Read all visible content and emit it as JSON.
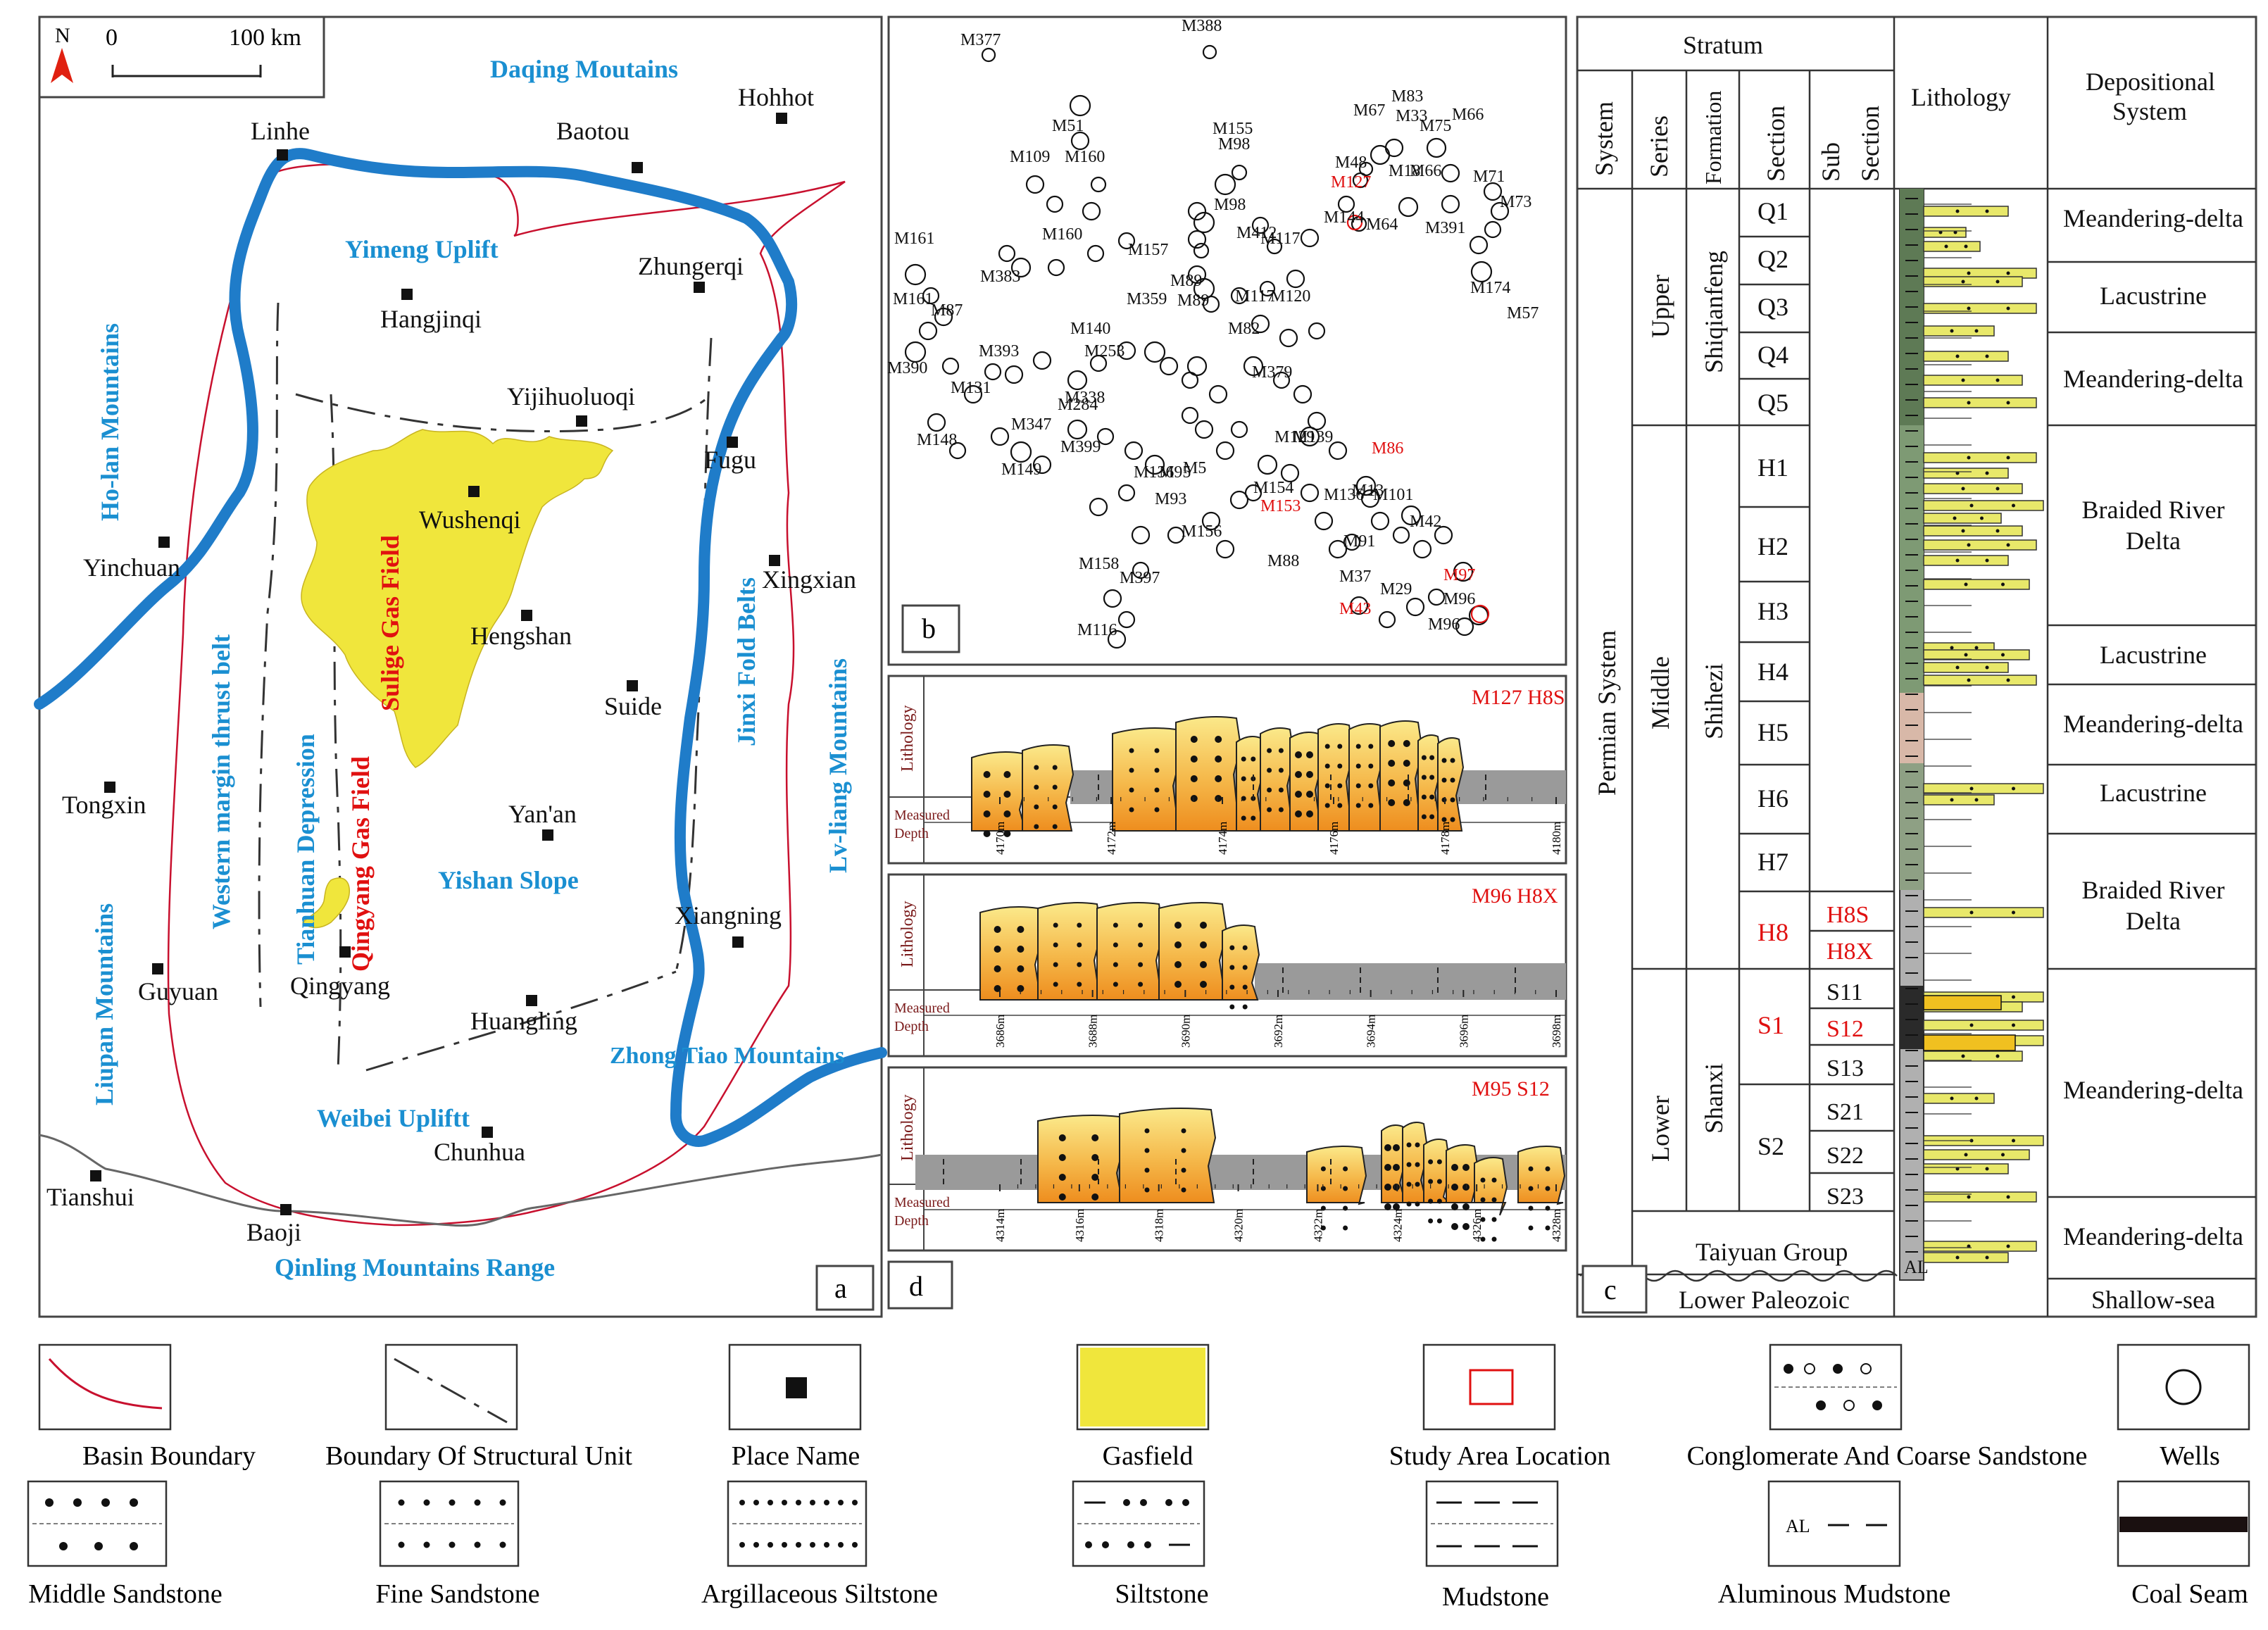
{
  "panel_a": {
    "label": "a",
    "north": "N",
    "scale_zero": "0",
    "scale_label": "100 km",
    "regions": [
      {
        "name": "Daqing Moutains"
      },
      {
        "name": "Yimeng Uplift"
      },
      {
        "name": "Ho-lan Mountains"
      },
      {
        "name": "Western margin thrust belt"
      },
      {
        "name": "Tianhuan Depression"
      },
      {
        "name": "Yishan Slope"
      },
      {
        "name": "Jinxi Fold Belts"
      },
      {
        "name": "Lv-liang Mountains"
      },
      {
        "name": "Liupan Mountains"
      },
      {
        "name": "Weibei Upliftt"
      },
      {
        "name": "Zhong Tiao Mountains"
      },
      {
        "name": "Qinling Mountains Range"
      }
    ],
    "gasfields": [
      "Sulige Gas Field",
      "Qingyang Gas Field"
    ],
    "places": [
      "Linhe",
      "Baotou",
      "Hohhot",
      "Hangjinqi",
      "Zhungerqi",
      "Yijihuoluoqi",
      "Fugu",
      "Wushenqi",
      "Yinchuan",
      "Xingxian",
      "Hengshan",
      "Suide",
      "Tongxin",
      "Yan'an",
      "Xiangning",
      "Guyuan",
      "Qingyang",
      "Huangling",
      "Chunhua",
      "Tianshui",
      "Baoji"
    ]
  },
  "panel_b": {
    "label": "b",
    "wells": [
      "M377",
      "M388",
      "M51",
      "M155",
      "M98",
      "M109",
      "M160",
      "M67",
      "M83",
      "M33",
      "M75",
      "M66",
      "M48",
      "M127",
      "M18",
      "M66",
      "M71",
      "M73",
      "M161",
      "M160",
      "M98",
      "M412",
      "M117",
      "M157",
      "M144",
      "M64",
      "M391",
      "M174",
      "M383",
      "M89",
      "M117",
      "M120",
      "M161",
      "M87",
      "M359",
      "M89",
      "M140",
      "M82",
      "M57",
      "M393",
      "M253",
      "M390",
      "M131",
      "M379",
      "M338",
      "M284",
      "M347",
      "M139",
      "M148",
      "M399",
      "M136",
      "M129",
      "M149",
      "M95",
      "M5",
      "M86",
      "M13",
      "M136",
      "M93",
      "M154",
      "M153",
      "M101",
      "M42",
      "M156",
      "M91",
      "M88",
      "M158",
      "M397",
      "M37",
      "M29",
      "M97",
      "M96",
      "M43",
      "M96",
      "M116"
    ]
  },
  "panel_c": {
    "label": "c",
    "headers": {
      "stratum": "Stratum",
      "system": "System",
      "series": "Series",
      "formation": "Formation",
      "section": "Section",
      "sub_section": "Sub Section",
      "lithology": "Lithology",
      "depositional": "Depositional System"
    },
    "system": "Permian System",
    "series": [
      "Upper",
      "Middle",
      "Lower"
    ],
    "formations": [
      "Shiqianfeng",
      "Shihezi",
      "Shanxi"
    ],
    "sections": [
      "Q1",
      "Q2",
      "Q3",
      "Q4",
      "Q5",
      "H1",
      "H2",
      "H3",
      "H4",
      "H5",
      "H6",
      "H7",
      "H8",
      "S1",
      "S2"
    ],
    "subsections": [
      "H8S",
      "H8X",
      "S11",
      "S12",
      "S13",
      "S21",
      "S22",
      "S23"
    ],
    "taiyuan": "Taiyuan Group",
    "lower_paleozoic": "Lower Paleozoic",
    "al_label": "AL",
    "depositional": [
      "Meandering-delta",
      "Lacustrine",
      "Meandering-delta",
      "Braided River Delta",
      "Lacustrine",
      "Meandering-delta",
      "Lacustrine",
      "Braided River Delta",
      "Meandering-delta",
      "Meandering-delta",
      "Shallow-sea"
    ]
  },
  "panel_d": {
    "label": "d",
    "row_lithology": "Lithology",
    "row_depth": "Measured Depth",
    "logs": [
      {
        "tag": "M127  H8S",
        "depths": [
          "4170m",
          "4172m",
          "4174m",
          "4176m",
          "4178m",
          "4180m"
        ]
      },
      {
        "tag": "M96  H8X",
        "depths": [
          "3686m",
          "3688m",
          "3690m",
          "3692m",
          "3694m",
          "3696m",
          "3698m"
        ]
      },
      {
        "tag": "M95  S12",
        "depths": [
          "4314m",
          "4316m",
          "4318m",
          "4320m",
          "4322m",
          "4324m",
          "4326m",
          "4328m"
        ]
      }
    ]
  },
  "legend": {
    "items": [
      "Basin Boundary",
      "Boundary Of  Structural Unit",
      "Place Name",
      "Gasfield",
      "Study Area Location",
      "Conglomerate And Coarse Sandstone",
      "Wells",
      "Middle Sandstone",
      "Fine Sandstone",
      "Argillaceous Siltstone",
      "Siltstone",
      "Mudstone",
      "Aluminous Mudstone",
      "Coal Seam"
    ],
    "al": "AL"
  },
  "colors": {
    "river": "#1f7cc9",
    "basin": "#c8102e",
    "gasfield": "#f0e63c",
    "label_blue": "#1a8fd1",
    "label_red": "#e01010",
    "mudstone_gray": "#9a9a9a",
    "sand_orange": "#f0a030"
  }
}
